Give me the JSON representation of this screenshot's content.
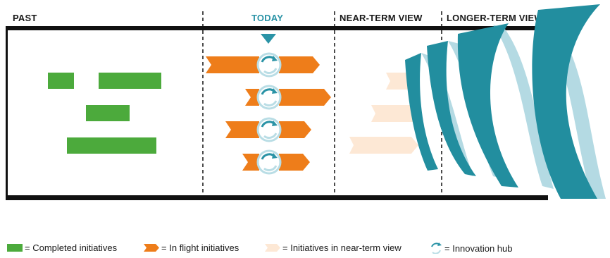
{
  "headers": {
    "past": "PAST",
    "today": "TODAY",
    "near_term": "NEAR-TERM VIEW",
    "longer_term": "LONGER-TERM VIEW"
  },
  "legend": {
    "completed": "= Completed initiatives",
    "in_flight": "= In flight initiatives",
    "near_term": "= Initiatives in near-term view",
    "hub": "= Innovation hub"
  },
  "colors": {
    "completed": "#4caa3c",
    "in_flight": "#ee7d1a",
    "near_term": "#fde8d5",
    "hub": "#2a93a6",
    "hub_light": "#b9dde5",
    "wave_dark": "#228e9f",
    "wave_light": "#b4dae3",
    "line": "#111111",
    "today_marker": "#2a93a6"
  }
}
